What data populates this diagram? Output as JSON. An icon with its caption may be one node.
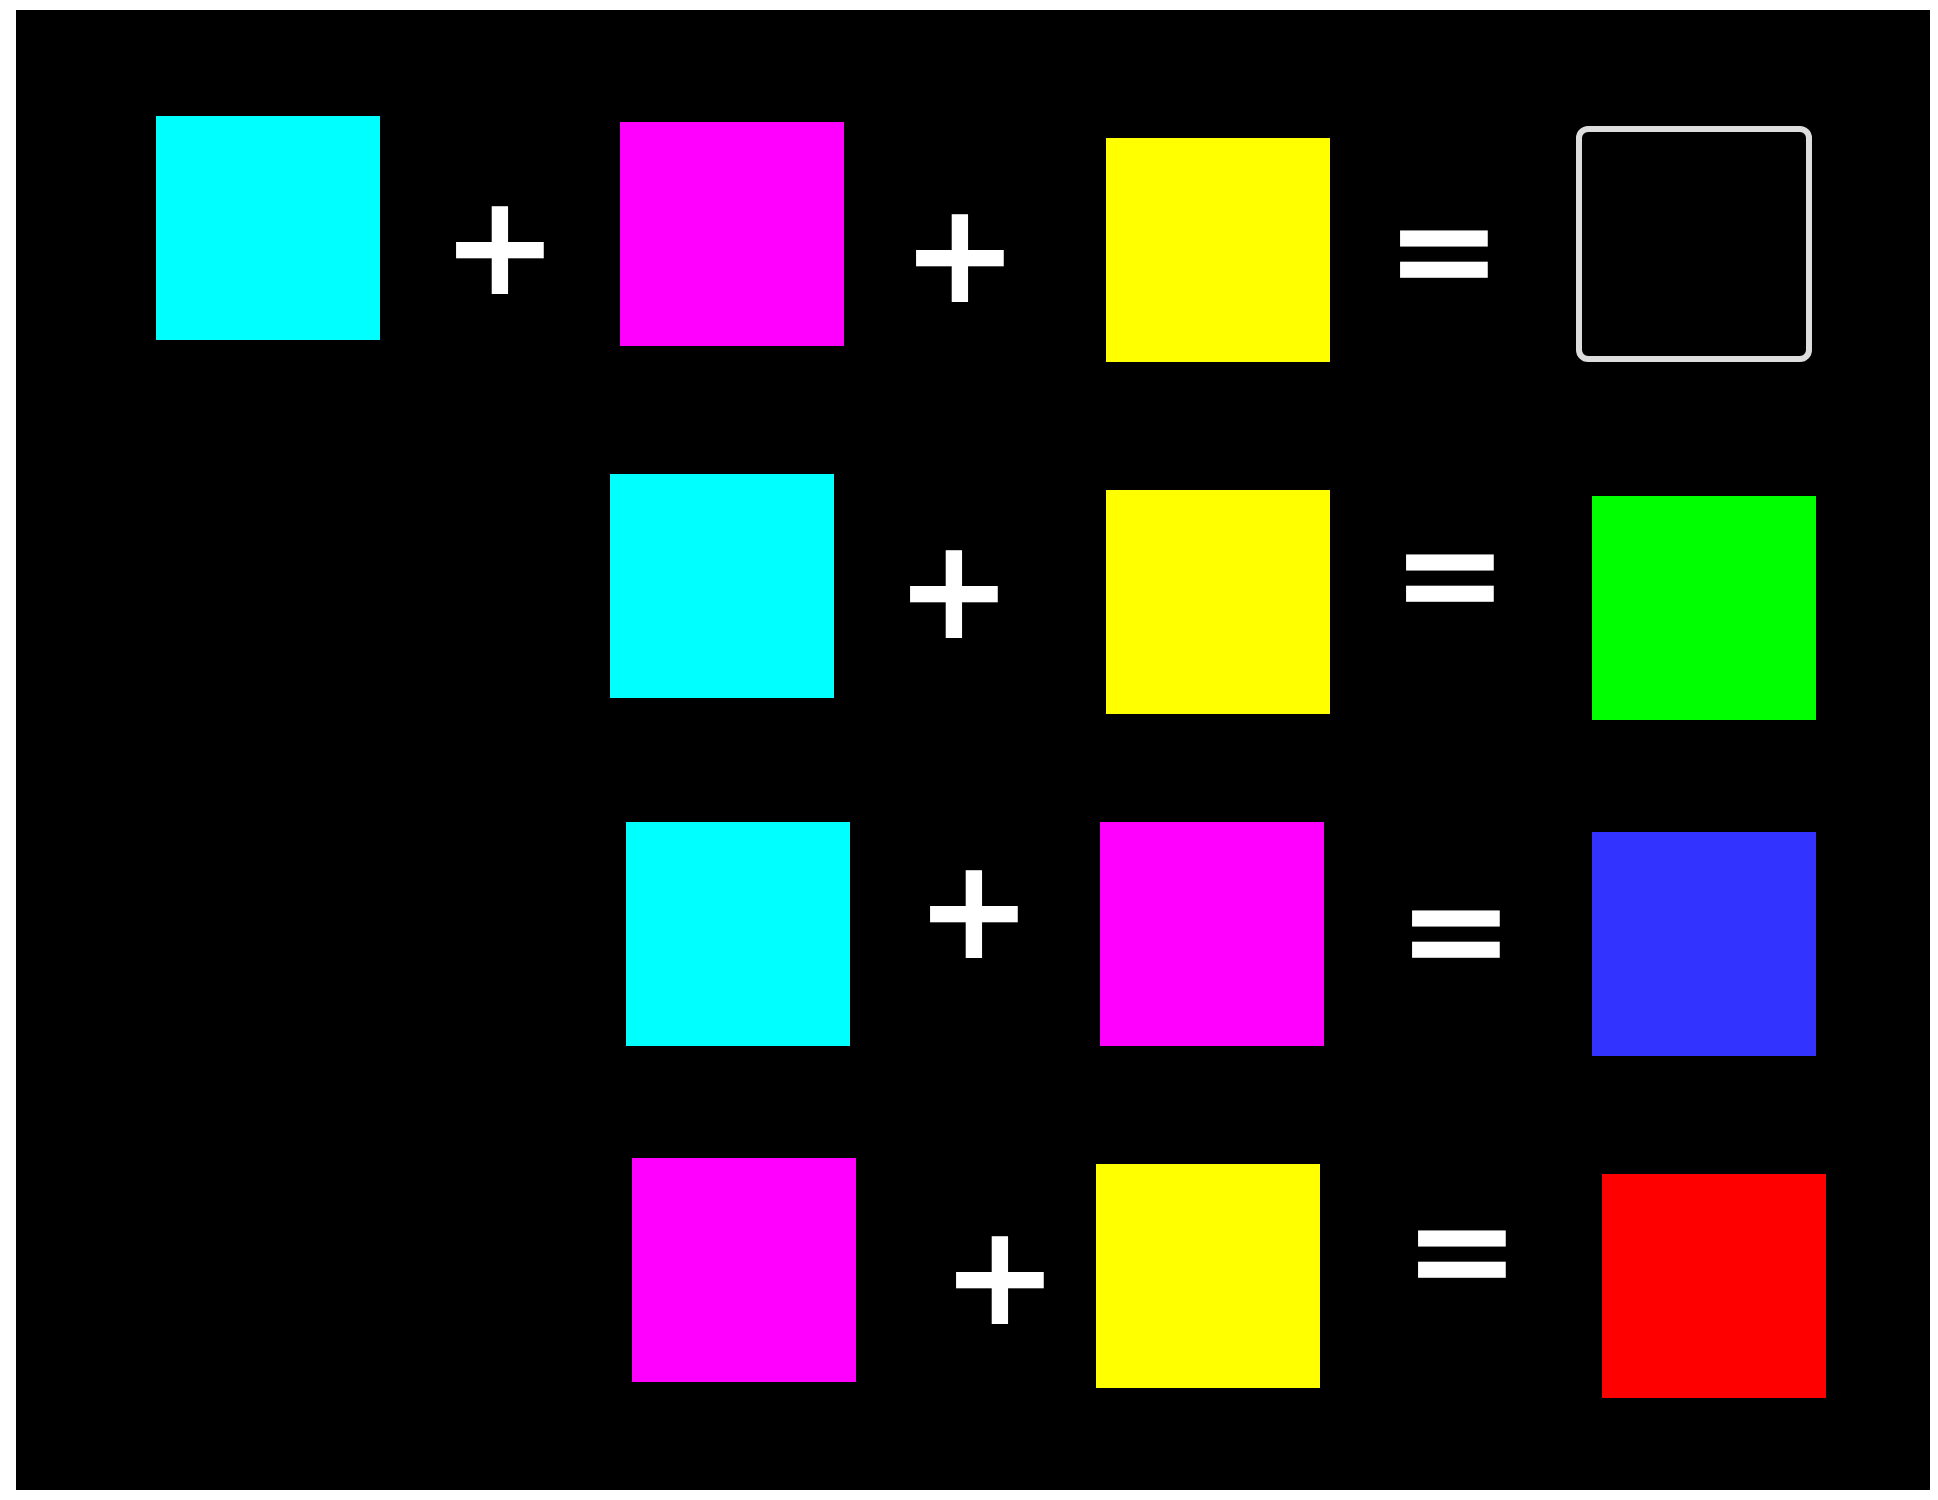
{
  "diagram": {
    "nodes": [
      {
        "text": [],
        "shape": "box"
      },
      {
        "text": [],
        "shape": "box"
      },
      {
        "text": [],
        "shape": "box"
      },
      {
        "text": [],
        "shape": "box"
      },
      {
        "text": [],
        "shape": "box"
      },
      {
        "text": [],
        "shape": "box"
      },
      {
        "text": [],
        "shape": "box"
      },
      {
        "text": [],
        "shape": "box"
      },
      {
        "text": [],
        "shape": "box"
      },
      {
        "text": [],
        "shape": "box"
      },
      {
        "text": [],
        "shape": "box"
      },
      {
        "text": [],
        "shape": "box"
      },
      {
        "text": [],
        "shape": "box"
      }
    ],
    "labels": [
      "+",
      "+",
      "=",
      "+",
      "=",
      "+",
      "=",
      "+",
      "="
    ]
  }
}
